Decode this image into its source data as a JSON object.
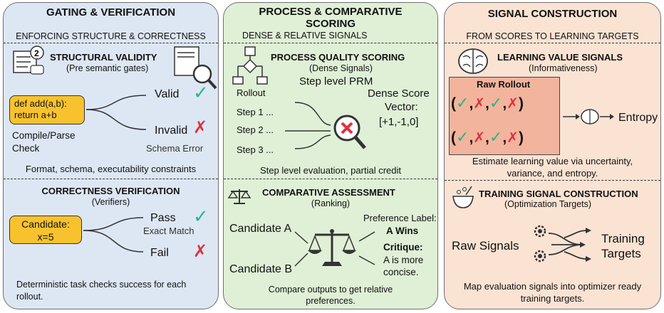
{
  "gating": {
    "title": "GATING & VERIFICATION",
    "subtitle": "ENFORCING STRUCTURE & CORRECTNESS",
    "structural": {
      "title": "STRUCTURAL VALIDITY",
      "subtitle": "(Pre semantic gates)",
      "code_line1": "def add(a,b):",
      "code_line2": "return a+b",
      "valid": "Valid",
      "invalid": "Invalid",
      "compile_line1": "Compile/Parse",
      "compile_line2": "Check",
      "schema_error": "Schema Error",
      "footer": "Format, schema, executability constraints"
    },
    "correctness": {
      "title": "CORRECTNESS VERIFICATION",
      "subtitle": "(Verifiers)",
      "candidate_line1": "Candidate:",
      "candidate_line2": "x=5",
      "pass": "Pass",
      "exact_match": "Exact Match",
      "fail": "Fail",
      "footer_line1": "Deterministic task checks success  for each",
      "footer_line2": "rollout."
    }
  },
  "process": {
    "title_line1": "PROCESS & COMPARATIVE",
    "title_line2": "SCORING",
    "subtitle": "DENSE & RELATIVE SIGNALS",
    "quality": {
      "title": "PROCESS QUALITY SCORING",
      "subtitle": "(Dense Signals)",
      "prm": "Step level PRM",
      "rollout": "Rollout",
      "steps": [
        "Step 1 ...",
        "Step 2 ...",
        "Step 3 ..."
      ],
      "dense_line1": "Dense Score",
      "dense_line2": "Vector:",
      "vector": "[+1,-1,0]",
      "footer": "Step level evaluation, partial credit"
    },
    "comparative": {
      "title": "COMPARATIVE ASSESSMENT",
      "subtitle": "(Ranking)",
      "candidate_a": "Candidate A",
      "candidate_b": "Candidate B",
      "pref_label": "Preference Label:",
      "a_wins": "A Wins",
      "critique": "Critique:",
      "critique_line1": "A is more",
      "critique_line2": "concise.",
      "footer_line1": "Compare outputs to get relative",
      "footer_line2": "preferences."
    }
  },
  "signal": {
    "title": "SIGNAL CONSTRUCTION",
    "subtitle": "FROM SCORES TO LEARNING TARGETS",
    "learning": {
      "title": "LEARNING VALUE SIGNALS",
      "subtitle": "(Informativeness)",
      "raw_rollout": "Raw Rollout",
      "entropy": "Entropy",
      "footer_line1": "Estimate learning value via uncertainty,",
      "footer_line2": "variance, and entropy."
    },
    "training": {
      "title": "TRAINING SIGNAL CONSTRUCTION",
      "subtitle": "(Optimization Targets)",
      "raw_signals": "Raw Signals",
      "targets_line1": "Training",
      "targets_line2": "Targets",
      "footer_line1": "Map evaluation signals into optimizer ready",
      "footer_line2": "training targets."
    }
  },
  "colors": {
    "panel1": "#dde7f4",
    "panel2": "#dff0d6",
    "panel3": "#fae3d3",
    "code_box": "#f7c22e",
    "check": "#2fb38b",
    "cross": "#e0303e"
  }
}
